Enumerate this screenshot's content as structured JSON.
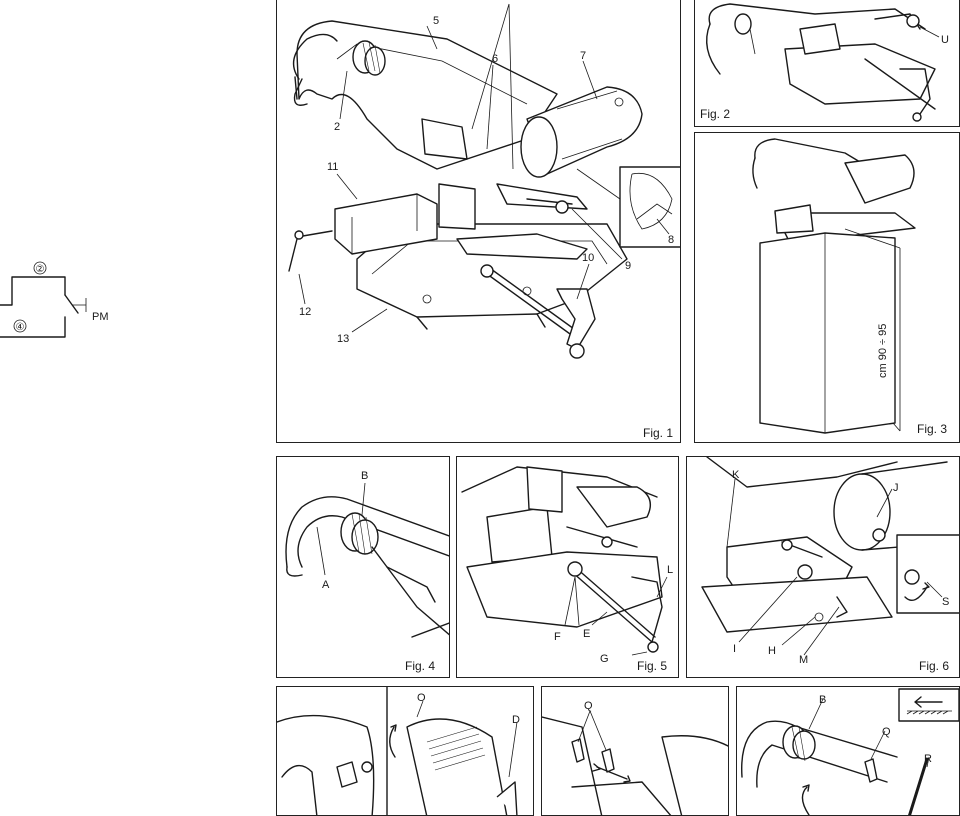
{
  "schematic": {
    "terminal_top": "②",
    "terminal_bottom": "④",
    "switch_label": "PM"
  },
  "fig1": {
    "caption": "Fig. 1",
    "callouts": [
      "2",
      "5",
      "6",
      "7",
      "8",
      "9",
      "10",
      "11",
      "12",
      "13"
    ]
  },
  "fig2": {
    "caption": "Fig. 2",
    "callouts": [
      "U"
    ]
  },
  "fig3": {
    "caption": "Fig. 3",
    "height_label": "cm 90 ÷ 95"
  },
  "fig4": {
    "caption": "Fig. 4",
    "callouts": [
      "A",
      "B"
    ]
  },
  "fig5": {
    "caption": "Fig. 5",
    "callouts": [
      "E",
      "F",
      "G",
      "L"
    ]
  },
  "fig6": {
    "caption": "Fig. 6",
    "callouts": [
      "H",
      "I",
      "J",
      "K",
      "M",
      "S"
    ]
  },
  "fig7": {
    "callouts": [
      "O",
      "D"
    ]
  },
  "fig8": {
    "callouts": [
      "Q"
    ]
  },
  "fig9": {
    "callouts": [
      "B",
      "Q",
      "R"
    ]
  }
}
